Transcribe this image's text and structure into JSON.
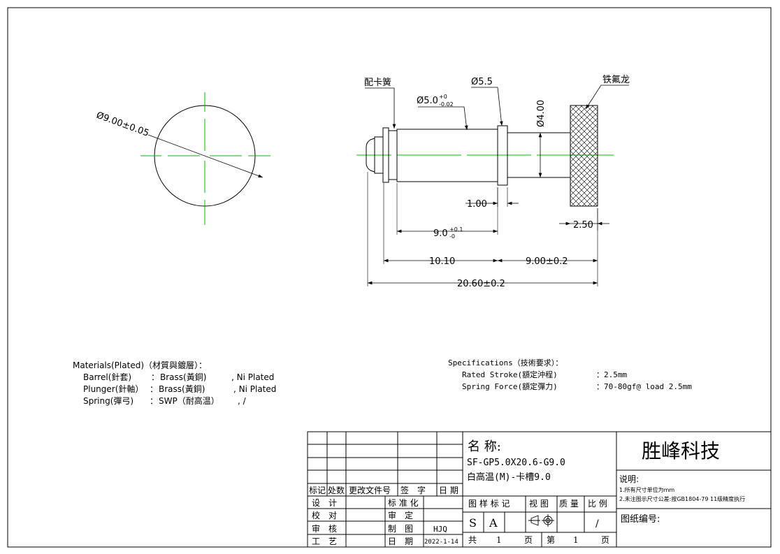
{
  "view_circle": {
    "diameter_label": "Ø9.00±0.05"
  },
  "side_view": {
    "clip_label": "配卡簧",
    "teflon_label": "铁氟龙",
    "dia_barrel_main": "Ø5.0",
    "dia_barrel_tol_up": "+0",
    "dia_barrel_tol_down": "-0.02",
    "dia_collar": "Ø5.5",
    "dia_shaft": "Ø4.00",
    "dim_collar_width": "1.00",
    "dim_head_width": "2.50",
    "dim_barrel_len_main": "9.0",
    "dim_barrel_len_tol_up": "+0.1",
    "dim_barrel_len_tol_down": "-0",
    "dim_left_len": "10.10",
    "dim_right_len": "9.00±0.2",
    "dim_total_len": "20.60±0.2"
  },
  "materials": {
    "heading": "Materials(Plated)（材質與鍍層）：",
    "rows": [
      {
        "part": "Barrel(針套)",
        "sep": "：",
        "material": "Brass(黃銅)",
        "plating": ", Ni Plated"
      },
      {
        "part": "Plunger(針軸）",
        "sep": "：",
        "material": "Brass(黃銅)",
        "plating": ", Ni Plated"
      },
      {
        "part": "Spring(彈弓)",
        "sep": "：",
        "material": "SWP（耐高温）",
        "plating": ", /"
      }
    ]
  },
  "specifications": {
    "heading": "Specifications（技術要求）：",
    "rows": [
      {
        "label": "Rated Stroke(額定沖程)",
        "value": "：2.5mm"
      },
      {
        "label": "Spring Force(額定彈力)",
        "value": "：70-80gf@ load 2.5mm"
      }
    ]
  },
  "title_block": {
    "name_label": "名 称:",
    "part_number": "SF-GP5.0X20.6-G9.0",
    "description": "白高温(M)-卡槽9.0",
    "company": "胜峰科技",
    "notes_heading": "说明:",
    "note_1": "1.所有尺寸单位为mm",
    "note_2": "2.未注图示尺寸公差:按GB1804-79 11级精度执行",
    "drawing_no_label": "图纸编号:",
    "rev_headers": [
      "标记",
      "处数",
      "更改文件号",
      "签　字",
      "日 期"
    ],
    "row_labels": [
      "设　计",
      "校　对",
      "审　核",
      "工　艺"
    ],
    "mid_labels": [
      "标 准 化",
      "审　定",
      "制　图",
      "日　期"
    ],
    "drafter": "HJQ",
    "date": "2022-1-14",
    "stage_header": "图 样 标 记",
    "stage_s": "S",
    "stage_a": "A",
    "view_header": "视 图",
    "mass_header": "质 量",
    "scale_header": "比 例",
    "scale_value": "/",
    "total_label": "共",
    "total_value": "1",
    "page_unit": "页",
    "sheet_label": "第",
    "sheet_value": "1",
    "sheet_unit": "页"
  }
}
